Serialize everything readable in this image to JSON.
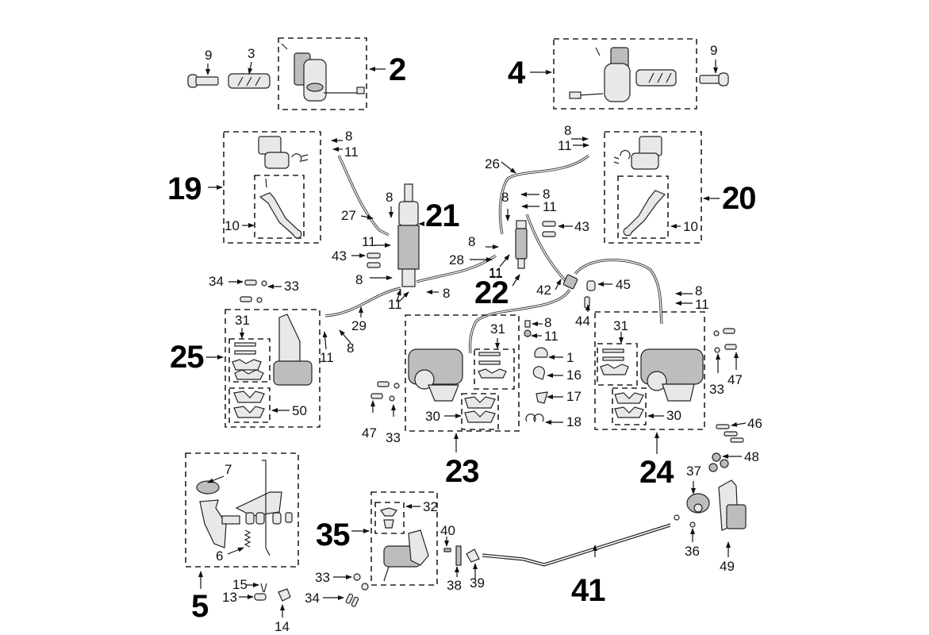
{
  "diagram": {
    "type": "exploded-parts-diagram",
    "subject": "Brake and handlebar control assembly",
    "assembly_labels": [
      {
        "id": "2",
        "text": "2"
      },
      {
        "id": "4",
        "text": "4"
      },
      {
        "id": "5",
        "text": "5"
      },
      {
        "id": "19",
        "text": "19"
      },
      {
        "id": "20",
        "text": "20"
      },
      {
        "id": "21",
        "text": "21"
      },
      {
        "id": "22",
        "text": "22"
      },
      {
        "id": "23",
        "text": "23"
      },
      {
        "id": "24",
        "text": "24"
      },
      {
        "id": "25",
        "text": "25"
      },
      {
        "id": "35",
        "text": "35"
      },
      {
        "id": "41",
        "text": "41"
      }
    ],
    "part_labels": {
      "p9a": "9",
      "p3": "3",
      "p9b": "9",
      "p8a": "8",
      "p11a": "11",
      "p27": "27",
      "p8b": "8",
      "p11b": "11",
      "p43a": "43",
      "p10a": "10",
      "p8c": "8",
      "p11c": "11",
      "p28": "28",
      "p11d": "11",
      "p8d": "8",
      "p8e": "8",
      "p11e": "11",
      "p34a": "34",
      "p33a": "33",
      "p29": "29",
      "p11f": "11",
      "p8f": "8",
      "p26": "26",
      "p8g": "8",
      "p11g": "11",
      "p8h": "8",
      "p11h": "11",
      "p43b": "43",
      "p10b": "10",
      "p8i": "8",
      "p11i": "11",
      "p11j": "11",
      "p42": "42",
      "p45": "45",
      "p44": "44",
      "p8j": "8",
      "p11k": "11",
      "p31a": "31",
      "p50": "50",
      "p31b": "31",
      "p30a": "30",
      "p47a": "47",
      "p33b": "33",
      "p8k": "8",
      "p11l": "11",
      "p1": "1",
      "p16": "16",
      "p17": "17",
      "p18": "18",
      "p31c": "31",
      "p30b": "30",
      "p33c": "33",
      "p47b": "47",
      "p46": "46",
      "p48": "48",
      "p7": "7",
      "p6": "6",
      "p15": "15",
      "p13": "13",
      "p14": "14",
      "p32": "32",
      "p33d": "33",
      "p34b": "34",
      "p40": "40",
      "p38": "38",
      "p39": "39",
      "p37": "37",
      "p36": "36",
      "p49": "49"
    }
  }
}
